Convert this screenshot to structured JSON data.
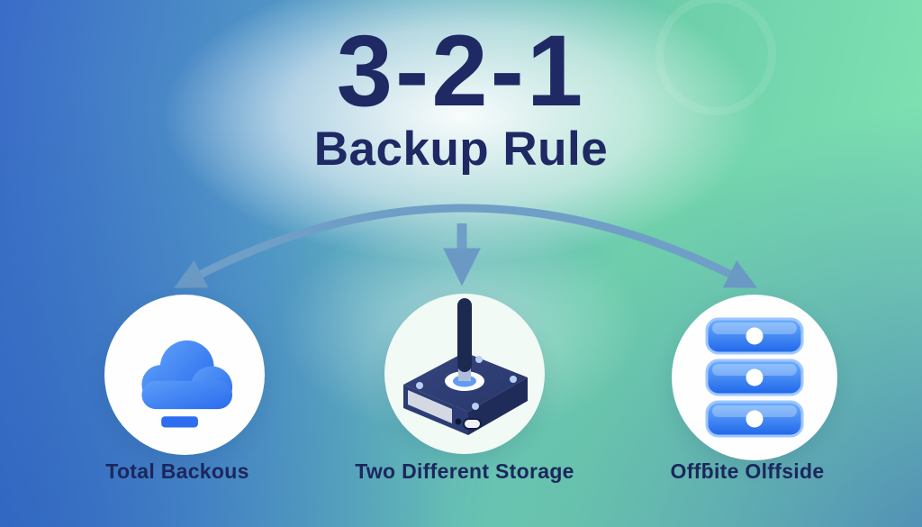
{
  "title": {
    "number": "3-2-1",
    "subtitle": "Backup Rule"
  },
  "items": [
    {
      "label": "Total Backous",
      "icon": "cloud-icon"
    },
    {
      "label": "Two Different Storage",
      "icon": "hard-drive-icon"
    },
    {
      "label": "Offƃite Olffside",
      "icon": "server-stack-icon"
    }
  ],
  "arrows": {
    "shapes": [
      "arc-double-arrow",
      "down-arrow"
    ],
    "color": "#6a9ac4"
  },
  "colors": {
    "background_blue": "#3a6cc8",
    "background_green": "#81e6b3",
    "title_text": "#1f2964",
    "label_text": "#1c275c",
    "icon_blue": "#2d6ff0",
    "drive_navy": "#27356b",
    "circle_fill": "#fdfefd"
  }
}
